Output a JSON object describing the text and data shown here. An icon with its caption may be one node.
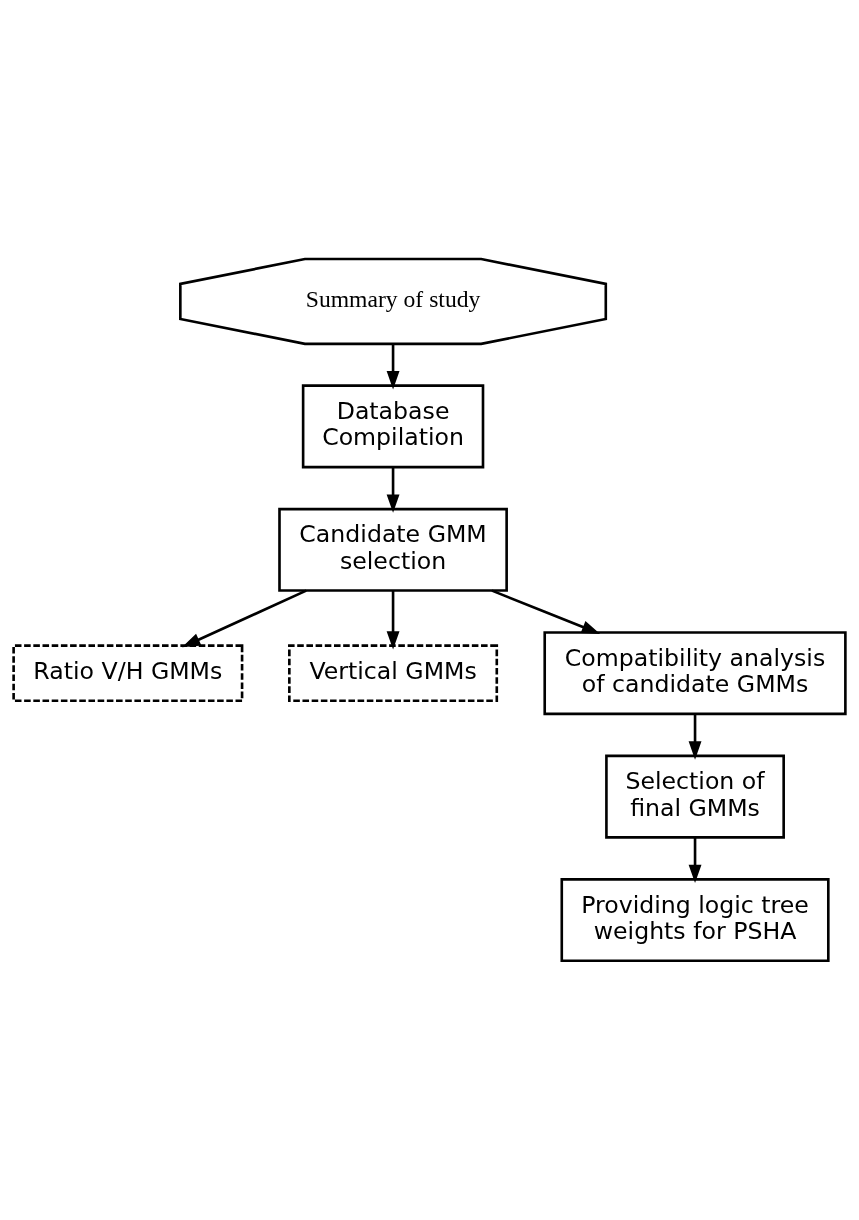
{
  "diagram": {
    "nodes": [
      {
        "text": [
          "Summary of study"
        ]
      },
      {
        "text": [
          "Database Compilation"
        ]
      },
      {
        "text": [
          "Candidate GMM selection"
        ]
      },
      {
        "text": [
          "Ratio V/H GMMs"
        ]
      },
      {
        "text": [
          "Vertical GMMs"
        ]
      },
      {
        "text": [
          "Compatibility analysis of candidate GMMs"
        ]
      },
      {
        "text": [
          "Selection of final GMMs"
        ]
      },
      {
        "text": [
          "Providing logic tree weights for PSHA"
        ]
      }
    ],
    "edges": [
      {
        "from": 0,
        "to": 1,
        "arrow": "to"
      },
      {
        "from": 1,
        "to": 2,
        "arrow": "to"
      },
      {
        "from": 2,
        "to": 3,
        "arrow": "to"
      },
      {
        "from": 2,
        "to": 5,
        "arrow": "to"
      },
      {
        "from": 2,
        "to": 4,
        "arrow": "to"
      },
      {
        "from": 5,
        "to": 6,
        "arrow": "to"
      },
      {
        "from": 6,
        "to": 7,
        "arrow": "to"
      }
    ]
  }
}
